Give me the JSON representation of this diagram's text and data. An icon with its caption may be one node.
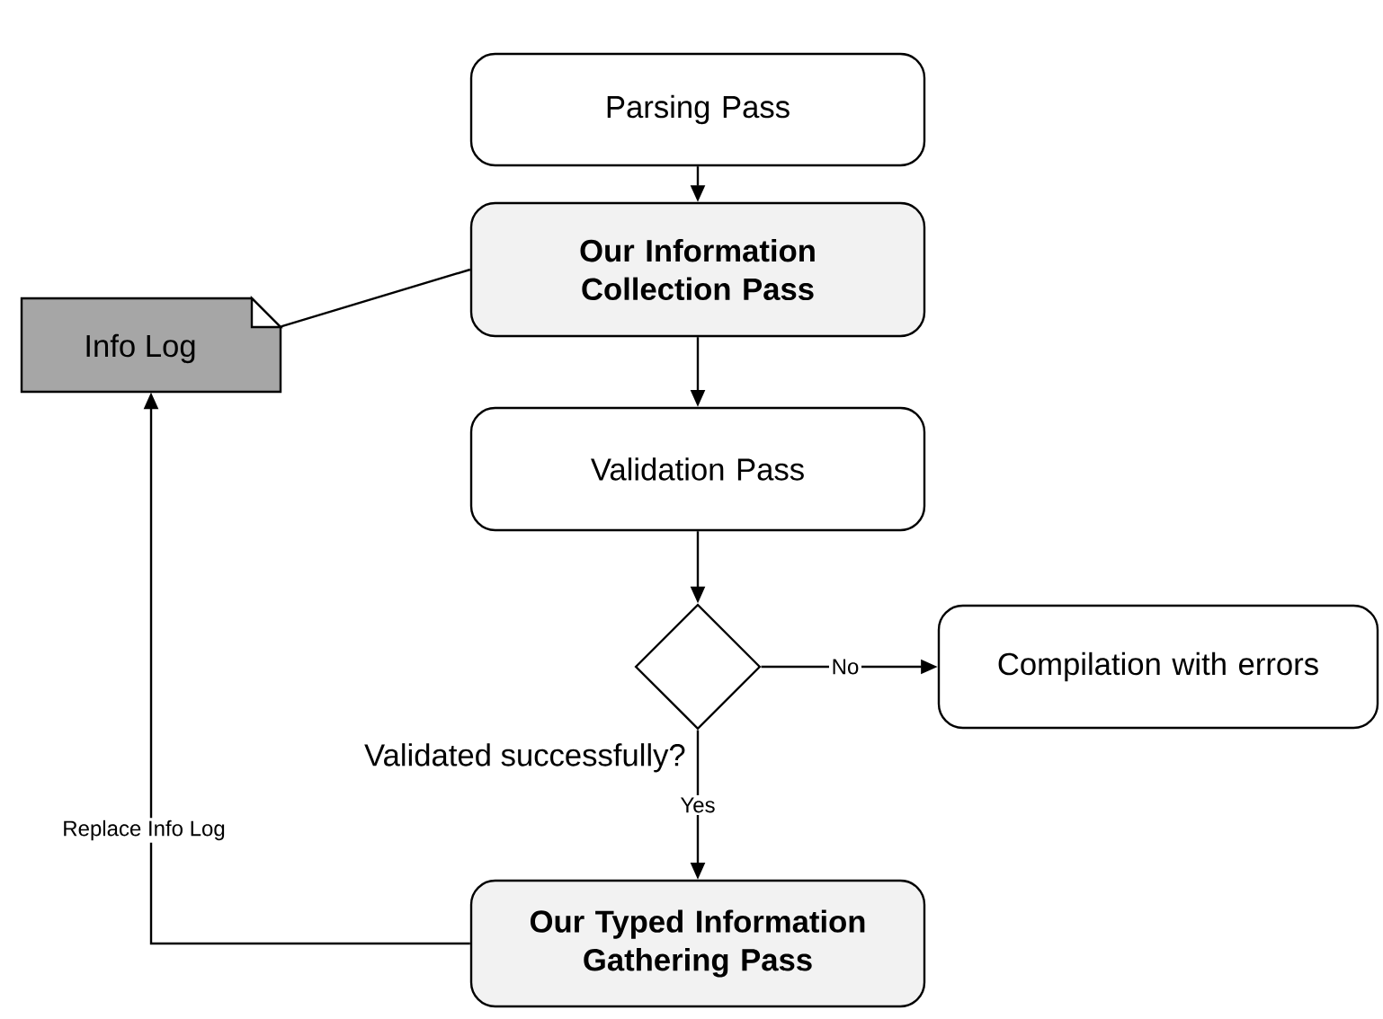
{
  "diagram": {
    "nodes": [
      {
        "text": [
          "Parsing Pass"
        ]
      },
      {
        "text": [
          "Our Information Collection Pass"
        ]
      },
      {
        "text": [
          "Info Log"
        ]
      },
      {
        "text": [
          "Validation Pass"
        ]
      },
      {
        "text": [],
        "shape": "diamond",
        "beside": [
          "Validated successfully?"
        ]
      },
      {
        "text": [
          "Compilation with errors"
        ]
      },
      {
        "text": [
          "Our Typed Information Gathering Pass"
        ]
      }
    ],
    "edges": [
      {
        "from": 0,
        "to": 1,
        "arrow": "to"
      },
      {
        "from": 1,
        "to": 2,
        "arrow": "none"
      },
      {
        "from": 1,
        "to": 3,
        "arrow": "to"
      },
      {
        "from": 3,
        "to": 4,
        "arrow": "to"
      },
      {
        "from": 4,
        "to": 5,
        "arrow": "to",
        "label": "No"
      },
      {
        "from": 4,
        "to": 6,
        "arrow": "to",
        "label": "Yes"
      },
      {
        "from": 6,
        "to": 2,
        "arrow": "to",
        "label": "Replace Info Log"
      }
    ]
  }
}
